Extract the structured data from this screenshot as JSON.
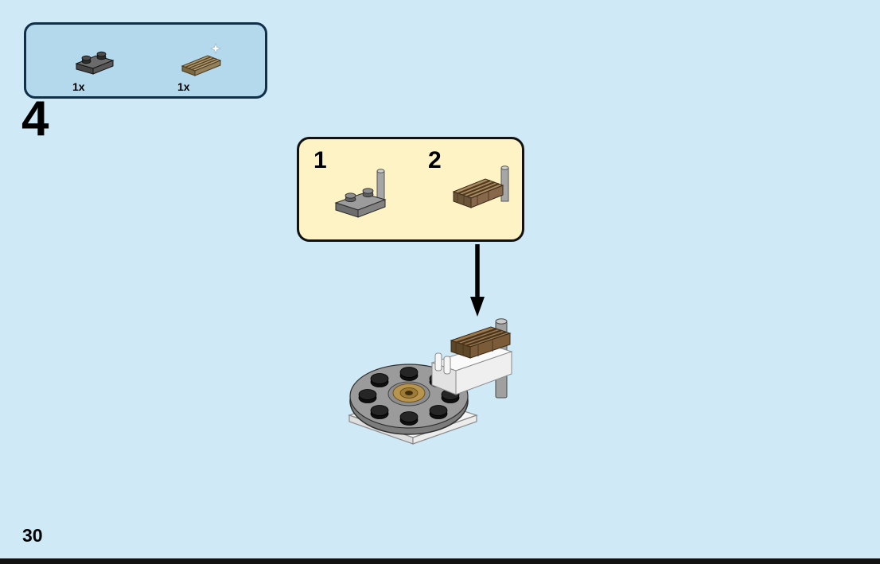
{
  "page": {
    "step_number": "4",
    "page_number": "30"
  },
  "parts_box": {
    "items": [
      {
        "count": "1x",
        "part": "dark-gray-plate-1x2"
      },
      {
        "count": "1x",
        "part": "dark-tan-grille-plate-1x2"
      }
    ]
  },
  "substeps": {
    "steps": [
      {
        "label": "1",
        "part": "gray-plate-1x2-with-vertical-bar"
      },
      {
        "label": "2",
        "part": "dark-tan-grille-plates-with-bar"
      }
    ]
  },
  "colors": {
    "background": "#cfe9f6",
    "parts_box_fill": "#b4d9ed",
    "parts_box_border": "#10304a",
    "substep_box_fill": "#fdf3c5",
    "substep_box_border": "#121212",
    "footer_bar": "#121212",
    "arrow": "#000000"
  }
}
